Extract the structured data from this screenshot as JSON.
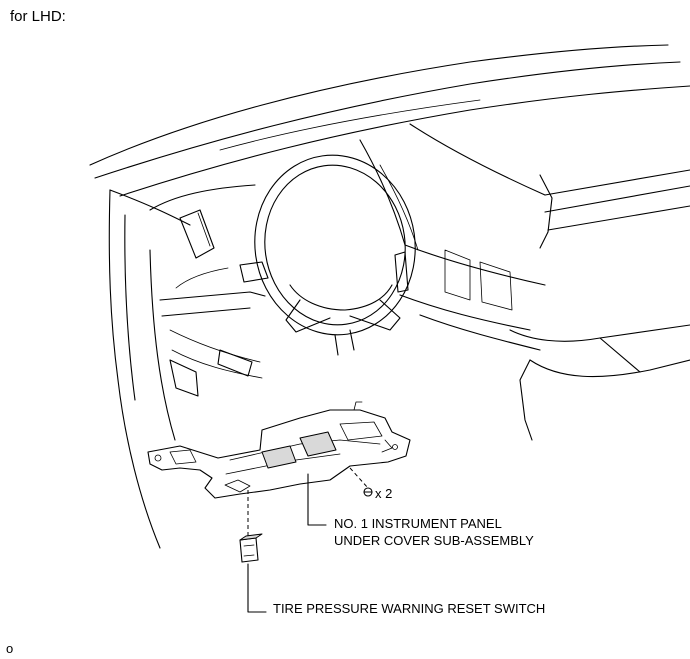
{
  "title": "for LHD:",
  "labels": {
    "panel_line1": "NO. 1 INSTRUMENT PANEL",
    "panel_line2": "UNDER COVER SUB-ASSEMBLY",
    "fastener_count": "x 2",
    "switch": "TIRE PRESSURE WARNING RESET SWITCH"
  },
  "corner_mark": "o"
}
